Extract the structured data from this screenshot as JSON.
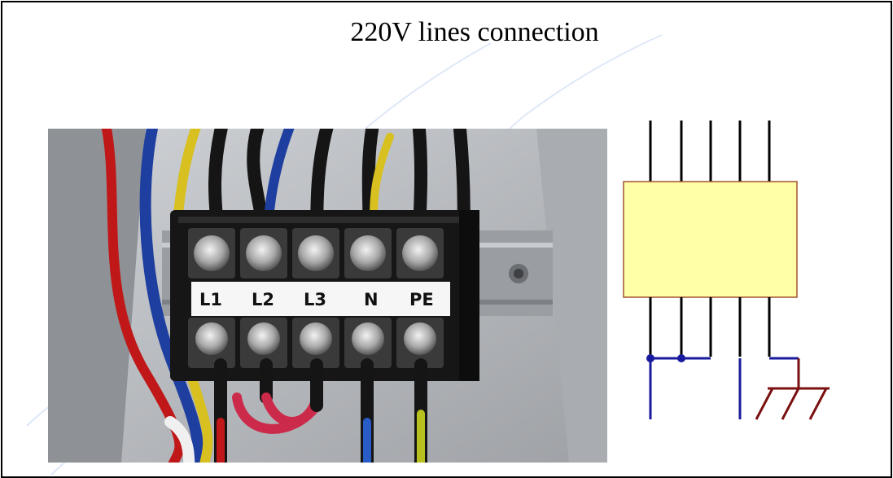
{
  "title": "220V lines connection",
  "terminals": [
    "L1",
    "L2",
    "L3",
    "N",
    "PE"
  ],
  "colors": {
    "symbol_fill": "#ffffa8",
    "symbol_border": "#a0522d",
    "wire_black": "#000000",
    "wire_blue": "#1a1a9e",
    "ground": "#7a1010"
  }
}
